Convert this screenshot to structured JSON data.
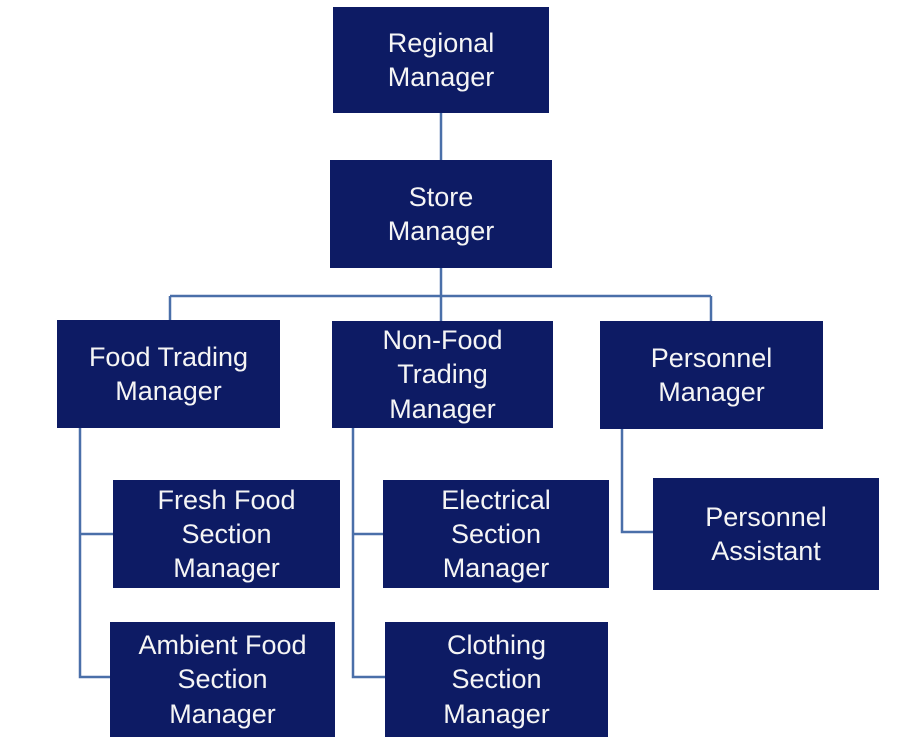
{
  "colors": {
    "box_fill": "#0d1b64",
    "box_text": "#f5f5f5",
    "connector_line": "#4a6fa9",
    "background": "#ffffff"
  },
  "diagram": {
    "type": "org-chart",
    "nodes": {
      "regional": {
        "label": "Regional Manager",
        "lines": [
          "Regional",
          "Manager"
        ]
      },
      "store": {
        "label": "Store Manager",
        "lines": [
          "Store",
          "Manager"
        ]
      },
      "food": {
        "label": "Food Trading Manager",
        "lines": [
          "Food Trading",
          "Manager"
        ]
      },
      "nonfood": {
        "label": "Non-Food Trading Manager",
        "lines": [
          "Non-Food",
          "Trading",
          "Manager"
        ]
      },
      "personnel": {
        "label": "Personnel Manager",
        "lines": [
          "Personnel",
          "Manager"
        ]
      },
      "fresh": {
        "label": "Fresh Food Section Manager",
        "lines": [
          "Fresh Food",
          "Section",
          "Manager"
        ]
      },
      "electrical": {
        "label": "Electrical Section Manager",
        "lines": [
          "Electrical",
          "Section",
          "Manager"
        ]
      },
      "passist": {
        "label": "Personnel Assistant",
        "lines": [
          "Personnel",
          "Assistant"
        ]
      },
      "ambient": {
        "label": "Ambient Food Section Manager",
        "lines": [
          "Ambient Food",
          "Section",
          "Manager"
        ]
      },
      "clothing": {
        "label": "Clothing Section Manager",
        "lines": [
          "Clothing",
          "Section",
          "Manager"
        ]
      }
    },
    "edges": [
      {
        "from": "Regional Manager",
        "to": "Store Manager"
      },
      {
        "from": "Store Manager",
        "to": "Food Trading Manager"
      },
      {
        "from": "Store Manager",
        "to": "Non-Food Trading Manager"
      },
      {
        "from": "Store Manager",
        "to": "Personnel Manager"
      },
      {
        "from": "Food Trading Manager",
        "to": "Fresh Food Section Manager"
      },
      {
        "from": "Food Trading Manager",
        "to": "Ambient Food Section Manager"
      },
      {
        "from": "Non-Food Trading Manager",
        "to": "Electrical Section Manager"
      },
      {
        "from": "Non-Food Trading Manager",
        "to": "Clothing Section Manager"
      },
      {
        "from": "Personnel Manager",
        "to": "Personnel Assistant"
      }
    ]
  }
}
